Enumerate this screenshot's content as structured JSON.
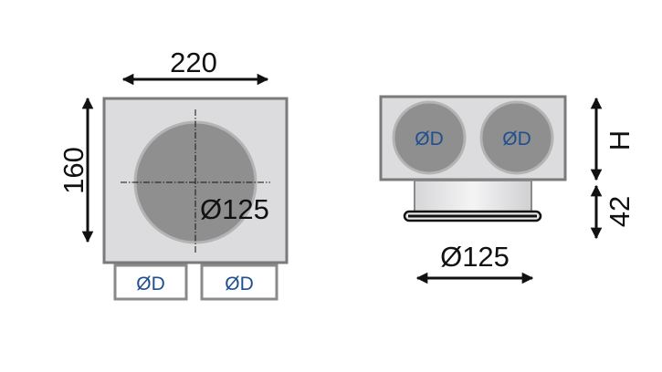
{
  "front_view": {
    "width_label": "220",
    "height_label": "160",
    "main_diameter_label": "Ø125",
    "port_left_label": "ØD",
    "port_right_label": "ØD"
  },
  "side_view": {
    "port_left_label": "ØD",
    "port_right_label": "ØD",
    "height_label": "H",
    "collar_height_label": "42",
    "collar_diameter_label": "Ø125"
  },
  "colors": {
    "box_fill": "#dcdcde",
    "box_stroke": "#7a7a7a",
    "circle_fill": "#8f8f8f",
    "circle_stroke": "#b4b4b4",
    "od_text": "#1f4f8f",
    "arrow": "#111111"
  }
}
